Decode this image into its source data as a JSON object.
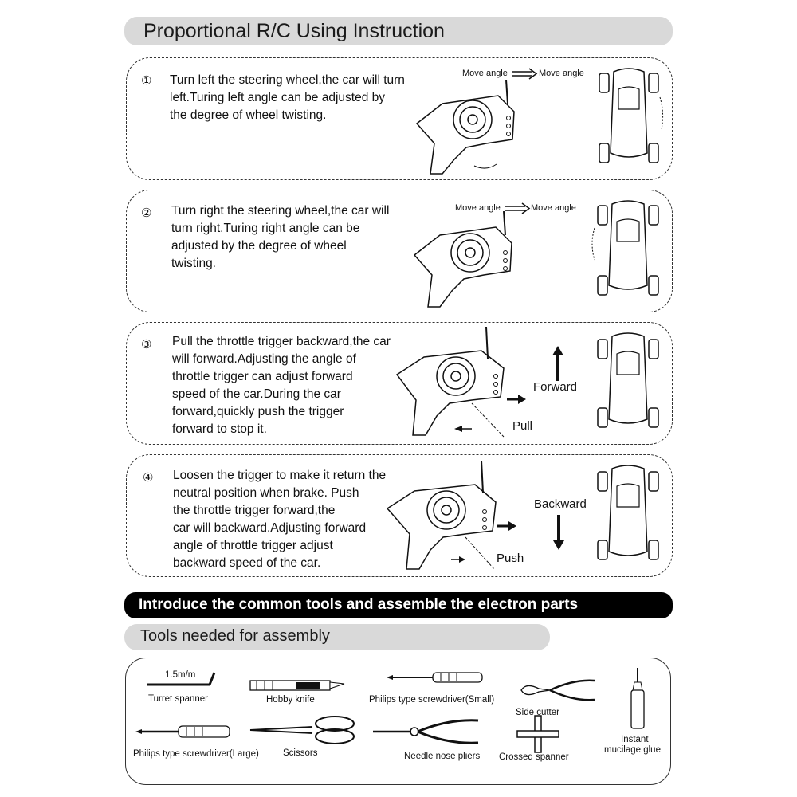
{
  "header": {
    "title": "Proportional R/C Using Instruction"
  },
  "steps": [
    {
      "number": "①",
      "lines": [
        "Turn left the steering wheel,the car will turn",
        "left.Turing left angle can be adjusted by",
        "the degree of wheel twisting."
      ],
      "label_left": "Move angle",
      "label_right": "Move angle"
    },
    {
      "number": "②",
      "lines": [
        "Turn right the steering wheel,the car will",
        "turn right.Turing right angle  can be",
        "adjusted by the degree of wheel",
        "twisting."
      ],
      "label_left": "Move angle",
      "label_right": "Move angle"
    },
    {
      "number": "③",
      "lines": [
        "Pull the throttle trigger backward,the car",
        "will forward.Adjusting the  angle of",
        "throttle trigger can adjust forward",
        "speed of the car.During the car",
        "forward,quickly push the trigger",
        "forward to stop it."
      ],
      "direction": "Forward",
      "action": "Pull"
    },
    {
      "number": "④",
      "lines": [
        "Loosen the trigger to make it return the",
        "neutral position when brake.  Push",
        "the throttle trigger forward,the",
        "car will backward.Adjusting  forward",
        "angle of throttle trigger adjust",
        "backward speed of the car."
      ],
      "direction": "Backward",
      "action": "Push"
    }
  ],
  "section_electron": "Introduce the common tools and assemble the electron parts",
  "section_tools": "Tools needed for assembly",
  "tools": {
    "spanner_size": "1.5m/m",
    "turret_spanner": "Turret spanner",
    "hobby_knife": "Hobby knife",
    "philips_small": "Philips type screwdriver(Small)",
    "side_cutter": "Side cutter",
    "philips_large": "Philips type screwdriver(Large)",
    "scissors": "Scissors",
    "needle_nose": "Needle nose pliers",
    "crossed_spanner": "Crossed spanner",
    "glue_line1": "Instant",
    "glue_line2": "mucilage glue"
  }
}
